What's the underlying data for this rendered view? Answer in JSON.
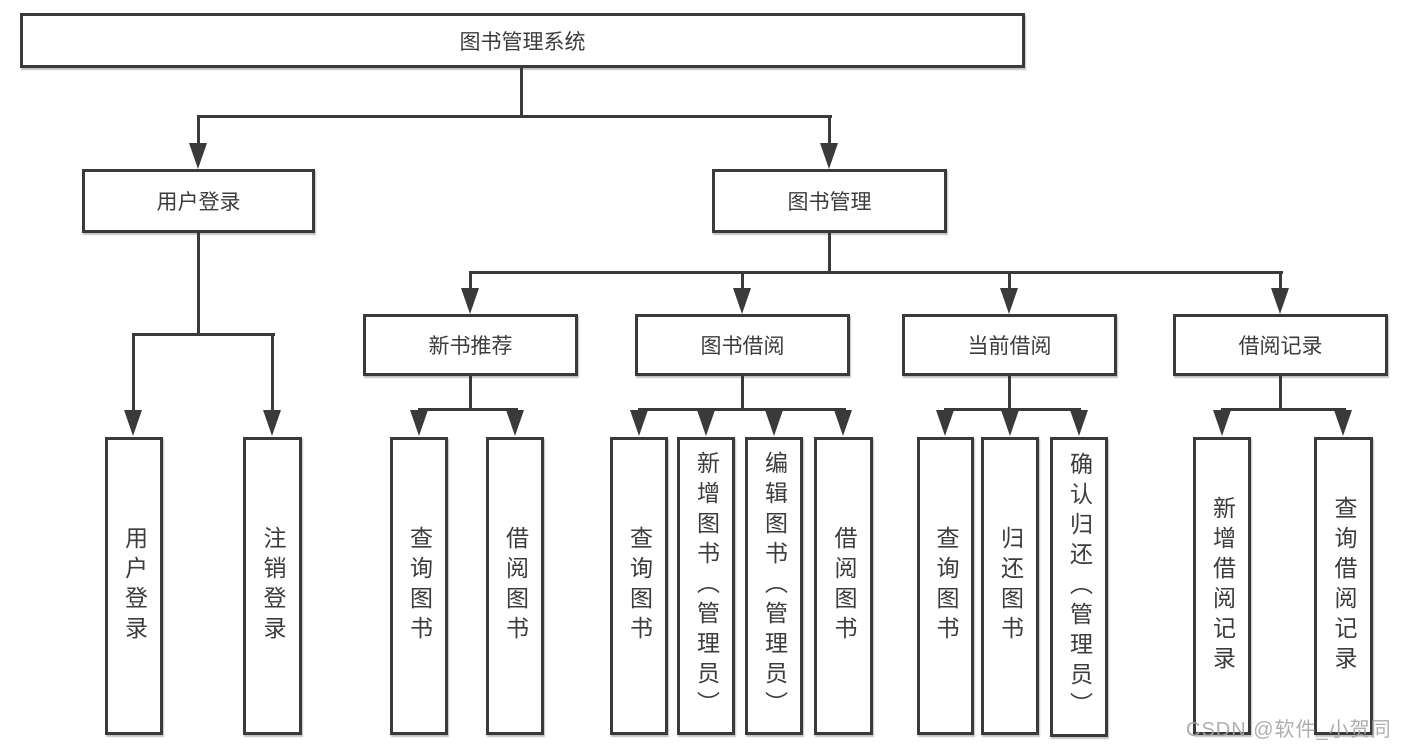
{
  "diagram": {
    "root": {
      "label": "图书管理系统"
    },
    "branches": {
      "user_login": {
        "label": "用户登录",
        "children": [
          "用户登录",
          "注销登录"
        ]
      },
      "book_management": {
        "label": "图书管理"
      }
    },
    "modules": [
      {
        "label": "新书推荐",
        "children": [
          "查询图书",
          "借阅图书"
        ]
      },
      {
        "label": "图书借阅",
        "children": [
          "查询图书",
          "新增图书（管理员）",
          "编辑图书（管理员）",
          "借阅图书"
        ]
      },
      {
        "label": "当前借阅",
        "children": [
          "查询图书",
          "归还图书",
          "确认归还（管理员）"
        ]
      },
      {
        "label": "借阅记录",
        "children": [
          "新增借阅记录",
          "查询借阅记录"
        ]
      }
    ]
  },
  "watermark": {
    "label": "CSDN @软件_小贺同学"
  },
  "colors": {
    "line": "#3a3a3a",
    "text": "#3c3c3c",
    "watermark": "#a6a6a6",
    "background": "#ffffff"
  }
}
